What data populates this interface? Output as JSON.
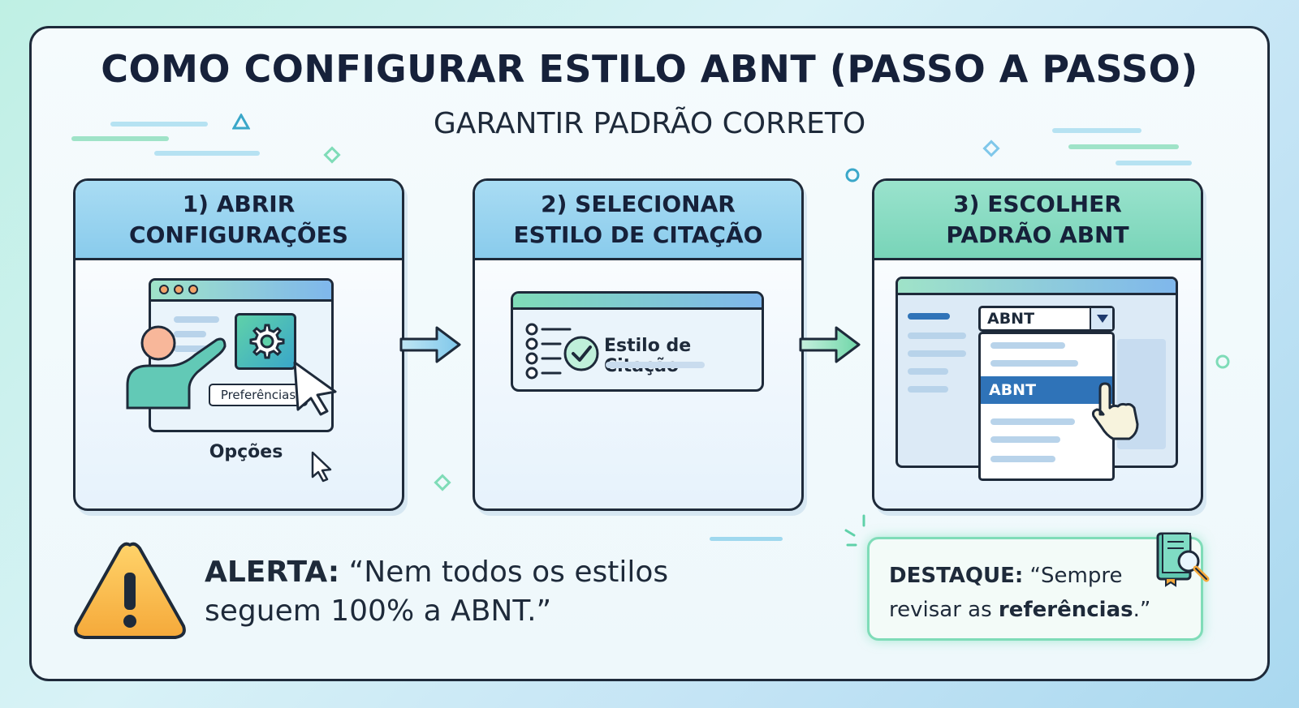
{
  "title": "COMO CONFIGURAR ESTILO ABNT (PASSO A PASSO)",
  "subtitle": "GARANTIR PADRÃO CORRETO",
  "steps": [
    {
      "line1": "1) ABRIR",
      "line2": "CONFIGURAÇÕES",
      "preferences_label": "Preferências",
      "options_label": "Opções"
    },
    {
      "line1": "2) SELECIONAR",
      "line2": "ESTILO DE CITAÇÃO",
      "field_label": "Estilo de Citação"
    },
    {
      "line1": "3) ESCOLHER",
      "line2": "PADRÃO ABNT",
      "dropdown_value": "ABNT",
      "selected_option": "ABNT"
    }
  ],
  "alert": {
    "label": "ALERTA:",
    "text": "“Nem todos os estilos seguem 100% a ABNT.”"
  },
  "highlight": {
    "label": "DESTAQUE:",
    "text_before": "“Sempre revisar as ",
    "text_bold": "referências",
    "text_after": ".”"
  },
  "colors": {
    "header_blue": "#89cbec",
    "header_teal": "#78d4b8",
    "accent_green": "#5fd1a9",
    "alert_orange": "#f5a93a",
    "outline": "#1e2a3a"
  },
  "icons": [
    "gear-icon",
    "cursor-icon",
    "person-icon",
    "checklist-icon",
    "check-circle-icon",
    "dropdown-arrow-icon",
    "hand-pointer-icon",
    "warning-icon",
    "book-magnifier-icon",
    "arrow-right-icon"
  ]
}
